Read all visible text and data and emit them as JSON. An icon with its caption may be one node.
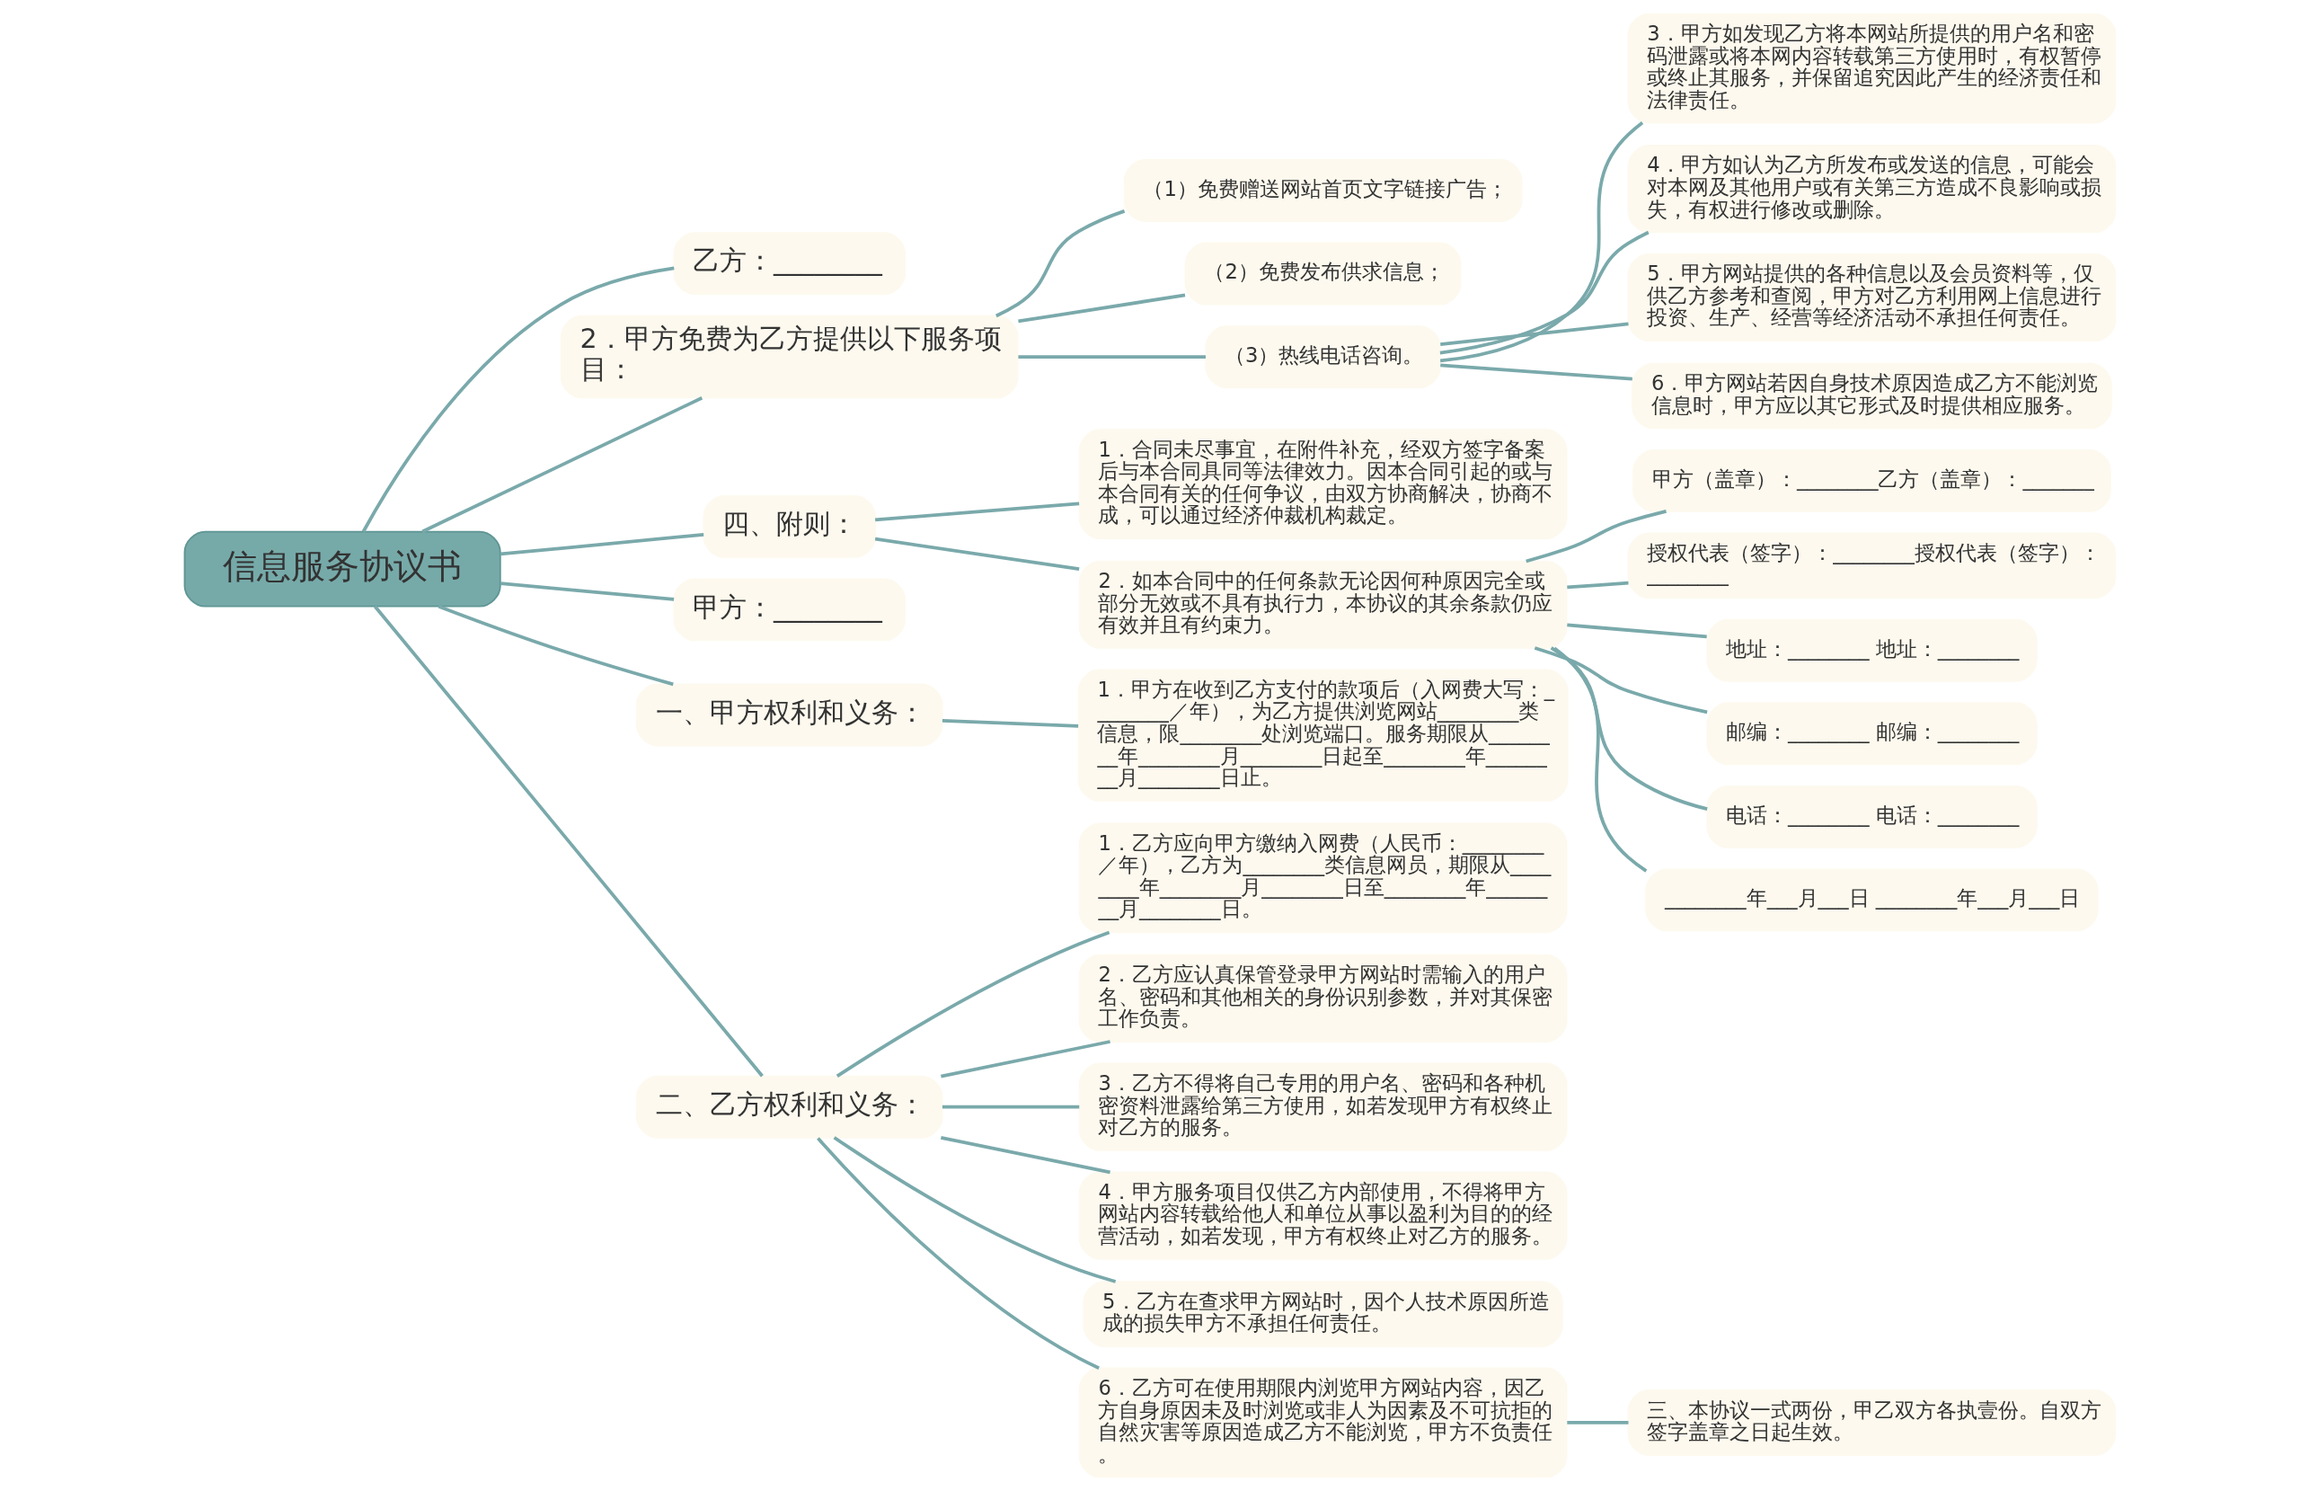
{
  "diagram": {
    "nodes": [
      {
        "text": [
          "信息服务协议书"
        ]
      },
      {
        "text": [
          "乙方：________"
        ]
      },
      {
        "text": [
          "2．甲方免费为乙方提供以下服务项目："
        ]
      },
      {
        "text": [
          "（1）免费赠送网站首页文字链接广告；"
        ]
      },
      {
        "text": [
          "（2）免费发布供求信息；"
        ]
      },
      {
        "text": [
          "（3）热线电话咨询。"
        ]
      },
      {
        "text": [
          "3．甲方如发现乙方将本网站所提供的用户名和密码泄露或将本网内容转载第三方使用时，有权暂停或终止其服务，并保留追究因此产生的经济责任和法律责任。"
        ]
      },
      {
        "text": [
          "4．甲方如认为乙方所发布或发送的信息，可能会对本网及其他用户或有关第三方造成不良影响或损失，有权进行修改或删除。"
        ]
      },
      {
        "text": [
          "5．甲方网站提供的各种信息以及会员资料等，仅供乙方参考和查阅，甲方对乙方利用网上信息进行投资、生产、经营等经济活动不承担任何责任。"
        ]
      },
      {
        "text": [
          "6．甲方网站若因自身技术原因造成乙方不能浏览信息时，甲方应以其它形式及时提供相应服务。"
        ]
      },
      {
        "text": [
          "四、附则："
        ]
      },
      {
        "text": [
          "1．合同未尽事宜，在附件补充，经双方签字备案后与本合同具同等法律效力。因本合同引起的或与本合同有关的任何争议，由双方协商解决，协商不成，可以通过经济仲裁机构裁定。"
        ]
      },
      {
        "text": [
          "2．如本合同中的任何条款无论因何种原因完全或部分无效或不具有执行力，本协议的其余条款仍应有效并且有约束力。"
        ]
      },
      {
        "text": [
          "甲方（盖章）：________乙方（盖章）：_______"
        ]
      },
      {
        "text": [
          "授权代表（签字）：________授权代表（签字）：________"
        ]
      },
      {
        "text": [
          "地址：________ 地址：________"
        ]
      },
      {
        "text": [
          "邮编：________ 邮编：________"
        ]
      },
      {
        "text": [
          "电话：________ 电话：________"
        ]
      },
      {
        "text": [
          "________年___月___日 ________年___月___日"
        ]
      },
      {
        "text": [
          "甲方：________"
        ]
      },
      {
        "text": [
          "一、甲方权利和义务："
        ]
      },
      {
        "text": [
          "1．甲方在收到乙方支付的款项后（入网费大写：________／年），为乙方提供浏览网站________类信息，限________处浏览端口。服务期限从________年________月________日起至________年________月________日止。"
        ]
      },
      {
        "text": [
          "二、乙方权利和义务："
        ]
      },
      {
        "text": [
          "1．乙方应向甲方缴纳入网费（人民币：________／年），乙方为________类信息网员，期限从________年________月________日至________年________月________日。"
        ]
      },
      {
        "text": [
          "2．乙方应认真保管登录甲方网站时需输入的用户名、密码和其他相关的身份识别参数，并对其保密工作负责。"
        ]
      },
      {
        "text": [
          "3．乙方不得将自己专用的用户名、密码和各种机密资料泄露给第三方使用，如若发现甲方有权终止对乙方的服务。"
        ]
      },
      {
        "text": [
          "4．甲方服务项目仅供乙方内部使用，不得将甲方网站内容转载给他人和单位从事以盈利为目的的经营活动，如若发现，甲方有权终止对乙方的服务。"
        ]
      },
      {
        "text": [
          "5．乙方在查求甲方网站时，因个人技术原因所造成的损失甲方不承担任何责任。"
        ]
      },
      {
        "text": [
          "6．乙方可在使用期限内浏览甲方网站内容，因乙方自身原因未及时浏览或非人为因素及不可抗拒的自然灾害等原因造成乙方不能浏览，甲方不负责任。"
        ]
      },
      {
        "text": [
          "三、本协议一式两份，甲乙双方各执壹份。自双方签字盖章之日起生效。"
        ]
      }
    ],
    "edges": [
      {
        "from": 0,
        "to": 19,
        "arrow": "none"
      },
      {
        "from": 0,
        "to": 20,
        "arrow": "none"
      },
      {
        "from": 20,
        "to": 21,
        "arrow": "none"
      },
      {
        "from": 0,
        "to": 22,
        "arrow": "none"
      },
      {
        "from": 22,
        "to": 23,
        "arrow": "none"
      },
      {
        "from": 22,
        "to": 24,
        "arrow": "none"
      },
      {
        "from": 22,
        "to": 25,
        "arrow": "none"
      },
      {
        "from": 22,
        "to": 26,
        "arrow": "none"
      },
      {
        "from": 22,
        "to": 27,
        "arrow": "none"
      },
      {
        "from": 22,
        "to": 28,
        "arrow": "none"
      },
      {
        "from": 28,
        "to": 29,
        "arrow": "none"
      },
      {
        "from": 0,
        "to": 1,
        "arrow": "none"
      },
      {
        "from": 0,
        "to": 2,
        "arrow": "none"
      },
      {
        "from": 2,
        "to": 3,
        "arrow": "none"
      },
      {
        "from": 2,
        "to": 4,
        "arrow": "none"
      },
      {
        "from": 2,
        "to": 5,
        "arrow": "none"
      },
      {
        "from": 5,
        "to": 6,
        "arrow": "none"
      },
      {
        "from": 5,
        "to": 7,
        "arrow": "none"
      },
      {
        "from": 5,
        "to": 8,
        "arrow": "none"
      },
      {
        "from": 5,
        "to": 9,
        "arrow": "none"
      },
      {
        "from": 0,
        "to": 10,
        "arrow": "none"
      },
      {
        "from": 10,
        "to": 11,
        "arrow": "none"
      },
      {
        "from": 10,
        "to": 12,
        "arrow": "none"
      },
      {
        "from": 12,
        "to": 13,
        "arrow": "none"
      },
      {
        "from": 12,
        "to": 14,
        "arrow": "none"
      },
      {
        "from": 12,
        "to": 15,
        "arrow": "none"
      },
      {
        "from": 12,
        "to": 16,
        "arrow": "none"
      },
      {
        "from": 12,
        "to": 17,
        "arrow": "none"
      },
      {
        "from": 12,
        "to": 18,
        "arrow": "none"
      }
    ]
  }
}
